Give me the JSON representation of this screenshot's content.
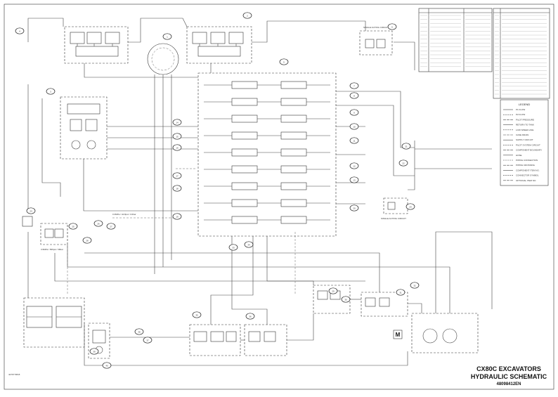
{
  "title_block": {
    "line1": "CX80C EXCAVATORS",
    "line2": "HYDRAULIC SCHEMATIC",
    "doc_number": "48098412EN"
  },
  "drawing_ref": "42767708-B",
  "legend_title": "LEGEND",
  "legend_items": [
    "P1 FLOW",
    "P2 FLOW",
    "PILOT PRESSURE",
    "RETURN TO TANK",
    "LOW SPEED LINE",
    "CASE DRAIN",
    "SUPPLY CIRCUIT",
    "PILOT SYSTEM CIRCUIT",
    "COMPONENT BOUNDARY",
    "HOSE",
    "PIPING CONNECTION",
    "PIPING CROSSING",
    "COMPONENT ITEM NO.",
    "CONNECTOR SYMBOL",
    "OPTIONAL ITEM NO."
  ],
  "labels": {
    "single_acting_top": "SINGLE ACTING CIRCUIT",
    "single_acting_side": "SINGLE ACTING CIRCUIT",
    "motor": "M",
    "main_pressure": "0.3MPa / 44.8psi / 3.0bar",
    "pilot_pressure": "3.9MPa / 566psi / 39bar"
  },
  "callouts": [
    "1",
    "2",
    "3",
    "4",
    "5",
    "6",
    "7",
    "8",
    "9",
    "10",
    "11",
    "12",
    "13",
    "14",
    "15",
    "16",
    "17",
    "18",
    "19",
    "20",
    "21",
    "22",
    "23",
    "24",
    "25",
    "26",
    "27",
    "28",
    "29",
    "30",
    "31",
    "32",
    "33",
    "34",
    "35",
    "36",
    "37",
    "38",
    "39",
    "40"
  ],
  "colors": {
    "line": "#444444",
    "paper": "#ffffff",
    "ink": "#111111"
  }
}
